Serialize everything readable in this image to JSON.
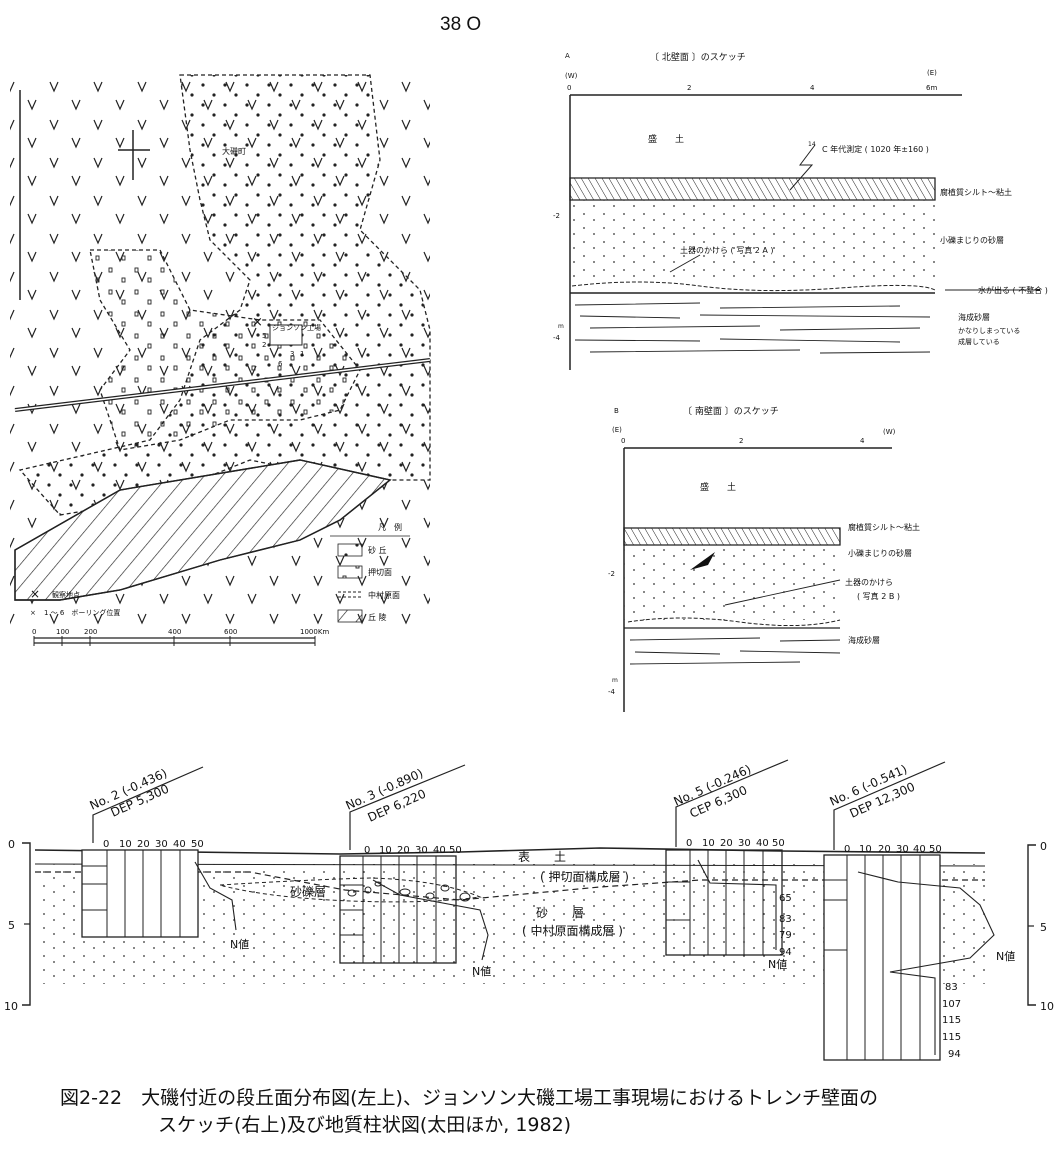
{
  "page_number": "38 O",
  "map": {
    "place_label": "大磯町",
    "factory_label": "ジョンソン工場",
    "boring_labels": [
      "5",
      "2",
      "3",
      "1",
      "6"
    ],
    "legend_title": "凡　例",
    "legend_items": [
      {
        "label": "砂 丘"
      },
      {
        "label": "押切面"
      },
      {
        "label": "中村原面"
      },
      {
        "label": "丘 陵"
      }
    ],
    "observation_label": "観察地点",
    "boring_label": "1 ～ 6　ボーリング位置",
    "scale_ticks": [
      "0",
      "100",
      "200",
      "400",
      "600",
      "1000Km"
    ]
  },
  "north_sketch": {
    "corner": "A",
    "title": "〔 北壁面 〕のスケッチ",
    "dir_left": "(W)",
    "dir_right": "(E)",
    "x_ticks": [
      "0",
      "2",
      "4",
      "6m"
    ],
    "y_ticks": [
      "-2",
      "-4"
    ],
    "y_unit": "m",
    "fill_label": "盛　　土",
    "c14_sup": "14",
    "c14_label": "C 年代測定 ( 1020 年±160 )",
    "layers": [
      "腐植質シルト～粘土",
      "小礫まじりの砂層",
      "水が出る ( 不整合 )",
      "海成砂層"
    ],
    "note_lines": [
      "かなりしまっている",
      "成層している"
    ],
    "pottery_label": "土器のかけら ( 写真 2 A )"
  },
  "south_sketch": {
    "corner": "B",
    "title": "〔 南壁面 〕のスケッチ",
    "dir_left": "(E)",
    "dir_right": "(W)",
    "x_ticks": [
      "0",
      "2",
      "4"
    ],
    "y_ticks": [
      "-2",
      "-4"
    ],
    "y_unit": "m",
    "fill_label": "盛　　土",
    "layers": [
      "腐植質シルト～粘土",
      "小礫まじりの砂層",
      "海成砂層"
    ],
    "pottery_label": "土器のかけら",
    "pottery_photo": "( 写真 2 B )"
  },
  "section": {
    "boreholes": [
      {
        "id": "No. 2 (-0.436)",
        "depth": "DEP 5,300"
      },
      {
        "id": "No. 3 (-0.890)",
        "depth": "DEP 6,220"
      },
      {
        "id": "No. 5 (-0.246)",
        "depth": "CEP 6,300"
      },
      {
        "id": "No. 6 (-0.541)",
        "depth": "DEP 12,300"
      }
    ],
    "n_scale": [
      "0",
      "10",
      "20",
      "30",
      "40",
      "50"
    ],
    "depth_ticks": [
      "0",
      "5",
      "10"
    ],
    "layer_labels": [
      "表　　土",
      "( 押切面構成層 )",
      "砂礫層",
      "砂　　層",
      "( 中村原面構成層 )"
    ],
    "n_label": "N値",
    "no5_values": [
      "65",
      "83",
      "79",
      "94"
    ],
    "no6_values": [
      "83",
      "107",
      "115",
      "115",
      "94"
    ]
  },
  "caption": {
    "line1": "図2-22　大磯付近の段丘面分布図(左上)、ジョンソン大磯工場工事現場におけるトレンチ壁面の",
    "line2": "スケッチ(右上)及び地質柱状図(太田ほか, 1982)"
  }
}
